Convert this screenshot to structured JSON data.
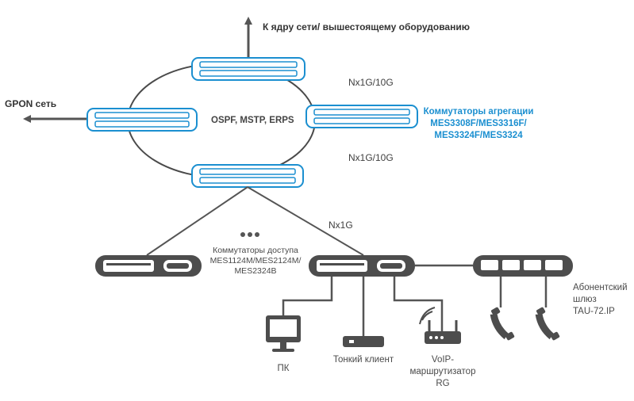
{
  "labels": {
    "uplink": "К ядру сети/ вышестоящему оборудованию",
    "gpon": "GPON сеть",
    "protocols": "OSPF, MSTP, ERPS",
    "ring_speed_top": "Nx1G/10G",
    "ring_speed_bottom": "Nx1G/10G",
    "access_speed": "Nx1G",
    "aggregation_title": "Коммутаторы агрегации",
    "aggregation_models_1": "MES3308F/MES3316F/",
    "aggregation_models_2": "MES3324F/MES3324",
    "access_title": "Коммутаторы доступа",
    "access_models_1": "MES1124M/MES2124M/",
    "access_models_2": "MES2324B",
    "gateway_1": "Абонентский",
    "gateway_2": "шлюз",
    "gateway_3": "TAU-72.IP",
    "pc": "ПК",
    "thin_client": "Тонкий клиент",
    "voip_1": "VoIP-",
    "voip_2": "маршрутизатор",
    "voip_3": "RG"
  },
  "colors": {
    "accent": "#1b8fd0",
    "device_dark": "#4d4d4d",
    "line": "#555555"
  }
}
